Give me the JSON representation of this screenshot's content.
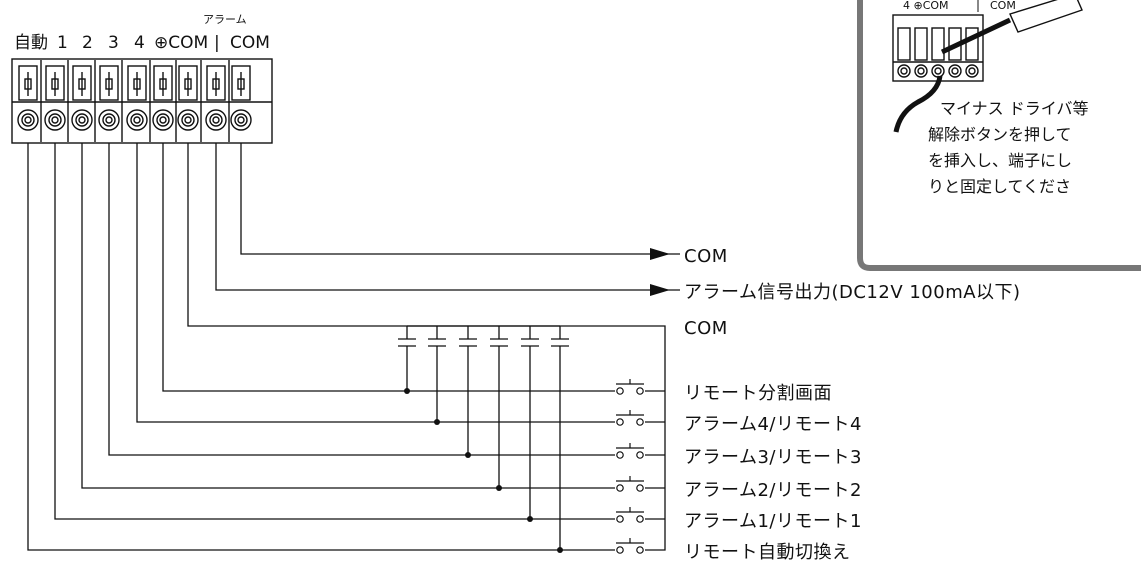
{
  "terminal_block": {
    "group_label": "アラーム",
    "terminals": [
      {
        "label": "自動"
      },
      {
        "label": "1"
      },
      {
        "label": "2"
      },
      {
        "label": "3"
      },
      {
        "label": "4"
      },
      {
        "label": "⊕COM"
      },
      {
        "label": "|"
      },
      {
        "label": "COM"
      }
    ]
  },
  "outputs": {
    "com_top": "COM",
    "alarm_output": "アラーム信号出力(DC12V 100mA以下)",
    "com_common": "COM"
  },
  "switch_labels": [
    "リモート分割画面",
    "アラーム4/リモート4",
    "アラーム3/リモート3",
    "アラーム2/リモート2",
    "アラーム1/リモート1",
    "リモート自動切換え"
  ],
  "inset": {
    "terminal_label_a": "4 ⊕COM",
    "terminal_label_b": "COM",
    "instruction_lines": [
      "マイナス ドライバ等",
      "解除ボタンを押して",
      "を挿入し、端子にし",
      "りと固定してくださ"
    ]
  }
}
